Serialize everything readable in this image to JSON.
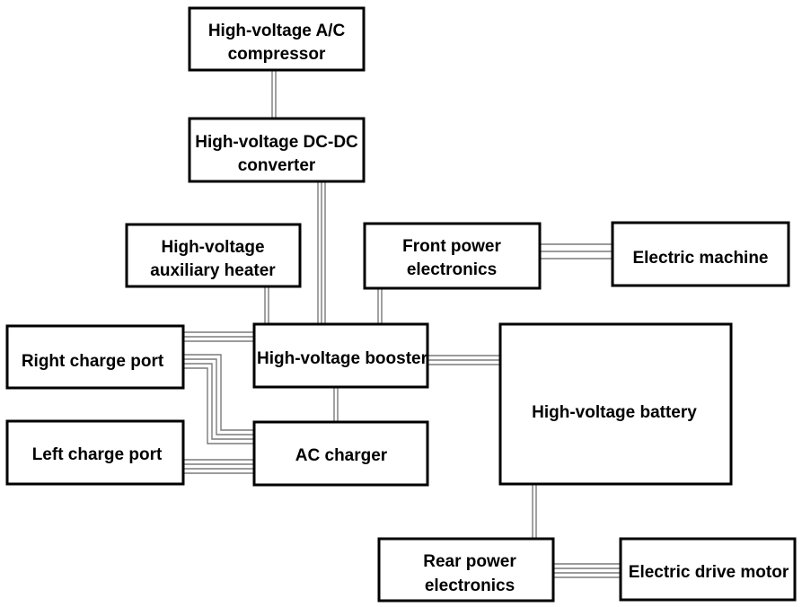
{
  "diagram": {
    "boxes": {
      "ac_compressor": {
        "lines": [
          "High-voltage A/C",
          "compressor"
        ]
      },
      "dcdc_converter": {
        "lines": [
          "High-voltage DC-DC",
          "converter"
        ]
      },
      "aux_heater": {
        "lines": [
          "High-voltage",
          "auxiliary heater"
        ]
      },
      "front_power": {
        "lines": [
          "Front power",
          "electronics"
        ]
      },
      "electric_machine": {
        "lines": [
          "Electric machine"
        ]
      },
      "right_charge": {
        "lines": [
          "Right charge port"
        ]
      },
      "booster": {
        "lines": [
          "High-voltage booster"
        ]
      },
      "battery": {
        "lines": [
          "High-voltage battery"
        ]
      },
      "left_charge": {
        "lines": [
          "Left charge port"
        ]
      },
      "ac_charger": {
        "lines": [
          "AC charger"
        ]
      },
      "rear_power": {
        "lines": [
          "Rear power",
          "electronics"
        ]
      },
      "drive_motor": {
        "lines": [
          "Electric drive motor"
        ]
      }
    }
  }
}
